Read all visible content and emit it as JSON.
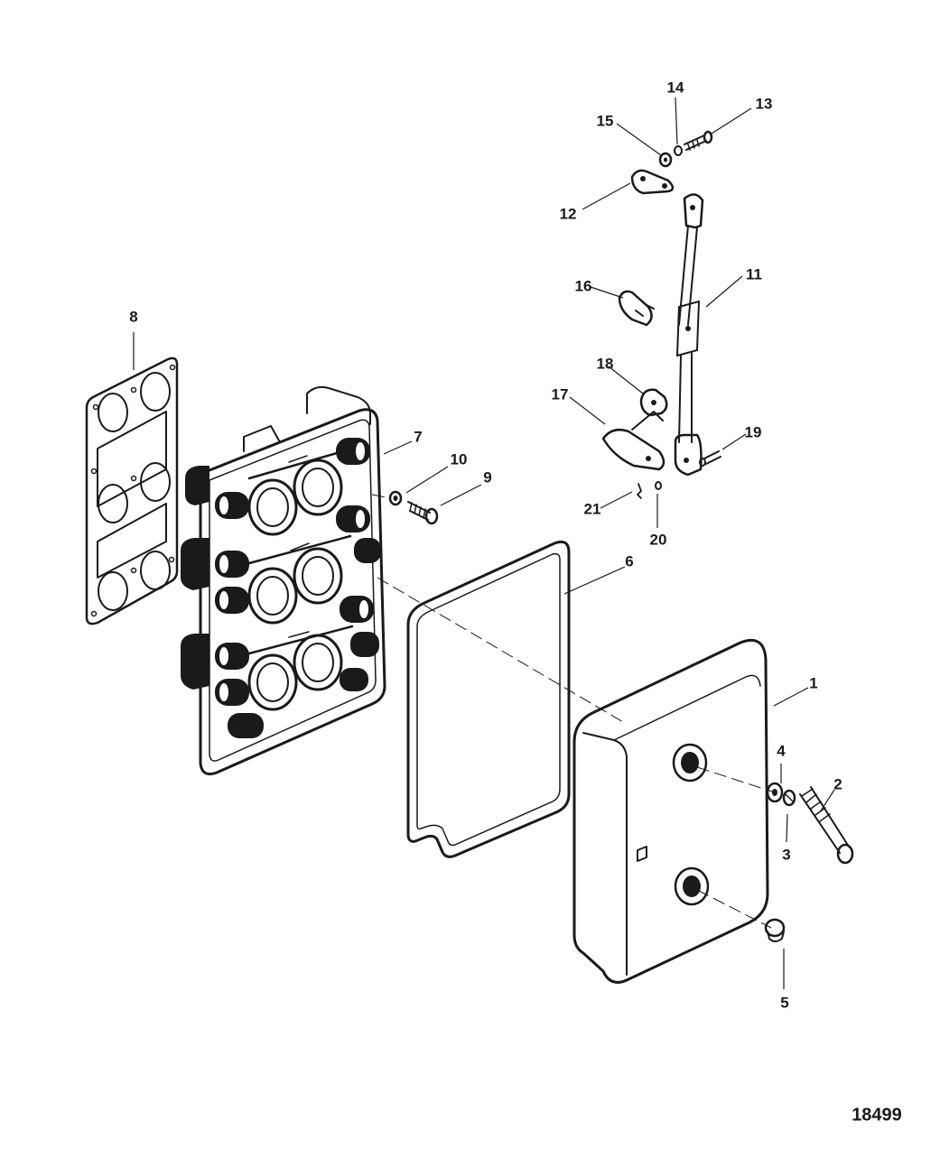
{
  "figure_number": "18499",
  "callouts": [
    {
      "id": "1",
      "label": "1"
    },
    {
      "id": "2",
      "label": "2"
    },
    {
      "id": "3",
      "label": "3"
    },
    {
      "id": "4",
      "label": "4"
    },
    {
      "id": "5",
      "label": "5"
    },
    {
      "id": "6",
      "label": "6"
    },
    {
      "id": "7",
      "label": "7"
    },
    {
      "id": "8",
      "label": "8"
    },
    {
      "id": "9",
      "label": "9"
    },
    {
      "id": "10",
      "label": "10"
    },
    {
      "id": "11",
      "label": "11"
    },
    {
      "id": "12",
      "label": "12"
    },
    {
      "id": "13",
      "label": "13"
    },
    {
      "id": "14",
      "label": "14"
    },
    {
      "id": "15",
      "label": "15"
    },
    {
      "id": "16",
      "label": "16"
    },
    {
      "id": "17",
      "label": "17"
    },
    {
      "id": "18",
      "label": "18"
    },
    {
      "id": "19",
      "label": "19"
    },
    {
      "id": "20",
      "label": "20"
    },
    {
      "id": "21",
      "label": "21"
    }
  ]
}
